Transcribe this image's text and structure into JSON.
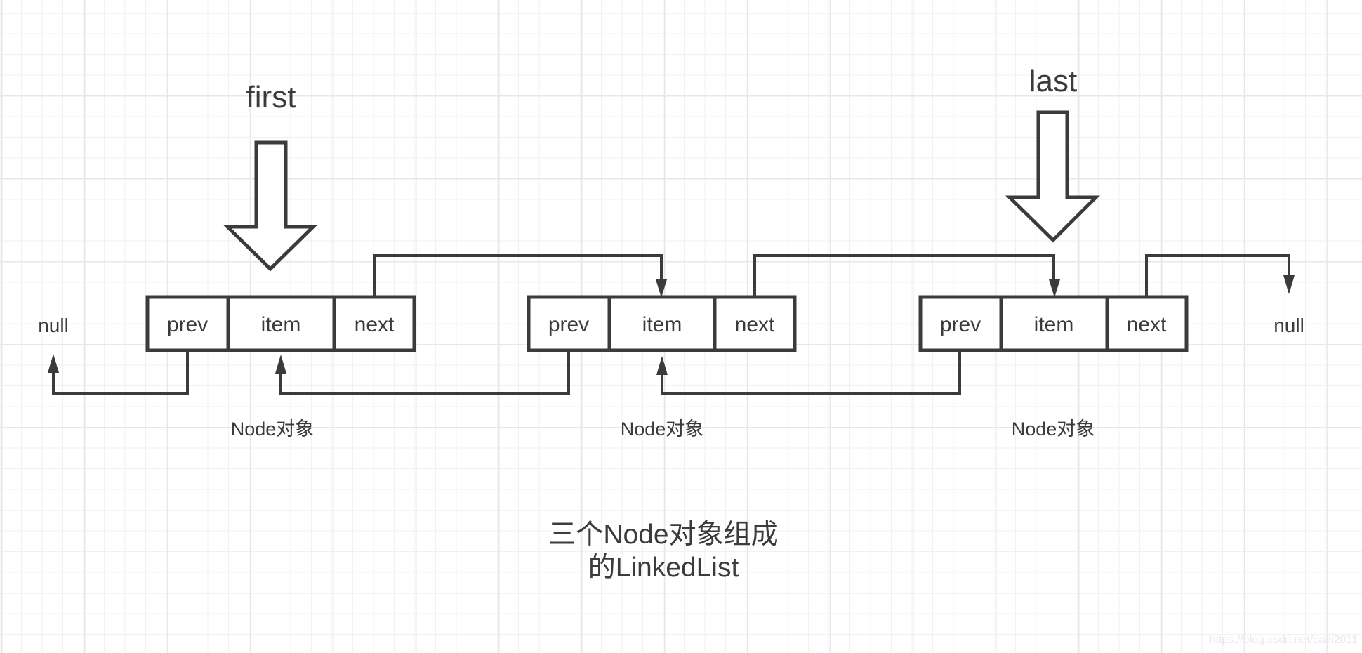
{
  "diagram": {
    "first_label": "first",
    "last_label": "last",
    "null_left": "null",
    "null_right": "null",
    "nodes": [
      {
        "prev": "prev",
        "item": "item",
        "next": "next",
        "caption": "Node对象"
      },
      {
        "prev": "prev",
        "item": "item",
        "next": "next",
        "caption": "Node对象"
      },
      {
        "prev": "prev",
        "item": "item",
        "next": "next",
        "caption": "Node对象"
      }
    ],
    "caption": {
      "line1": "三个Node对象组成",
      "line2": "的LinkedList"
    },
    "watermark": "https://blog.csdn.net/cadi2011",
    "colors": {
      "ink": "#3b3b3e",
      "grid_minor": "#f1f1f4",
      "grid_major": "#e7e7ea",
      "background": "#ffffff",
      "watermark_ink": "#e9e9ec"
    }
  }
}
